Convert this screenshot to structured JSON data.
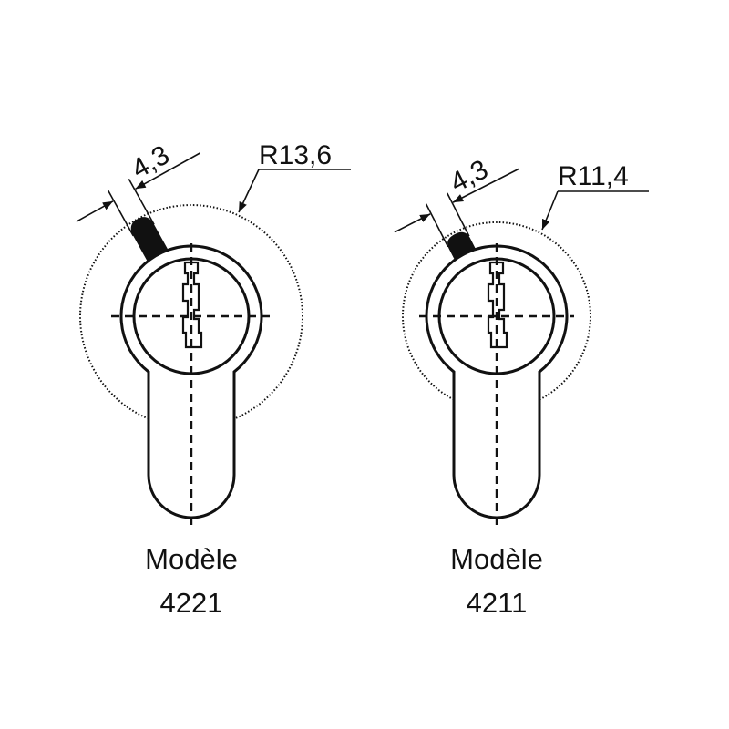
{
  "models": [
    {
      "label": "Modèle",
      "number": "4221",
      "cam_width": "4,3",
      "radius": "R13,6"
    },
    {
      "label": "Modèle",
      "number": "4211",
      "cam_width": "4,3",
      "radius": "R11,4"
    }
  ]
}
